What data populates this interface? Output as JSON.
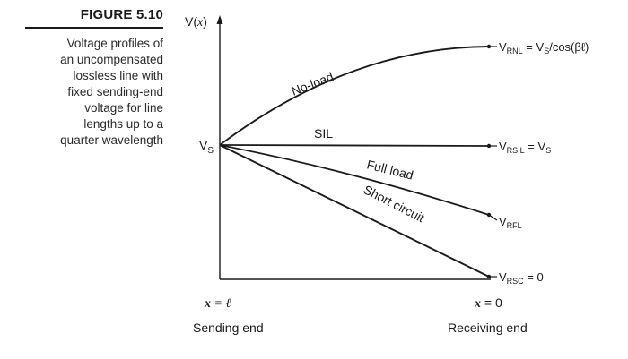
{
  "figure": {
    "label": "FIGURE 5.10",
    "caption_lines": [
      "Voltage profiles of",
      "an uncompensated",
      "lossless line with",
      "fixed sending-end",
      "voltage for line",
      "lengths up to a",
      "quarter wavelength"
    ]
  },
  "diagram": {
    "y_axis": {
      "v": "V(",
      "x": "x",
      "close": ")"
    },
    "source": {
      "v": "V",
      "sub": "S"
    },
    "curves": {
      "noload": "No-load",
      "sil": "SIL",
      "fullload": "Full load",
      "shortcircuit": "Short circuit"
    },
    "endpoints": {
      "rnl": {
        "v": "V",
        "sub": "RNL",
        "eq": " = V",
        "sub2": "S",
        "tail": "/cos(βℓ)"
      },
      "rsil": {
        "v": "V",
        "sub": "RSIL",
        "eq": " = V",
        "sub2": "S"
      },
      "rfl": {
        "v": "V",
        "sub": "RFL"
      },
      "rsc": {
        "v": "V",
        "sub": "RSC",
        "eq": " = 0"
      }
    },
    "x_labels": {
      "left_x": "x",
      "left_eq": " = ℓ",
      "right_x": "x",
      "right_eq": " = 0",
      "sending": "Sending end",
      "receiving": "Receiving end"
    }
  }
}
